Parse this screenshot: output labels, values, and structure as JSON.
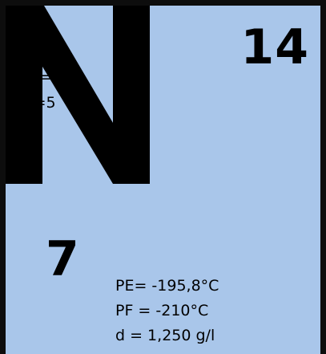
{
  "element": {
    "symbol": "N",
    "mass_number": "14",
    "atomic_number": "7",
    "shells": {
      "k": "K = 2",
      "l": "L=5"
    },
    "properties": {
      "boiling_point": "PE= -195,8°C",
      "melting_point": "PF = -210°C",
      "density": "d = 1,250 g/l"
    }
  },
  "colors": {
    "background": "#a9c6ea",
    "border": "#0d0d0d",
    "text": "#000000"
  }
}
